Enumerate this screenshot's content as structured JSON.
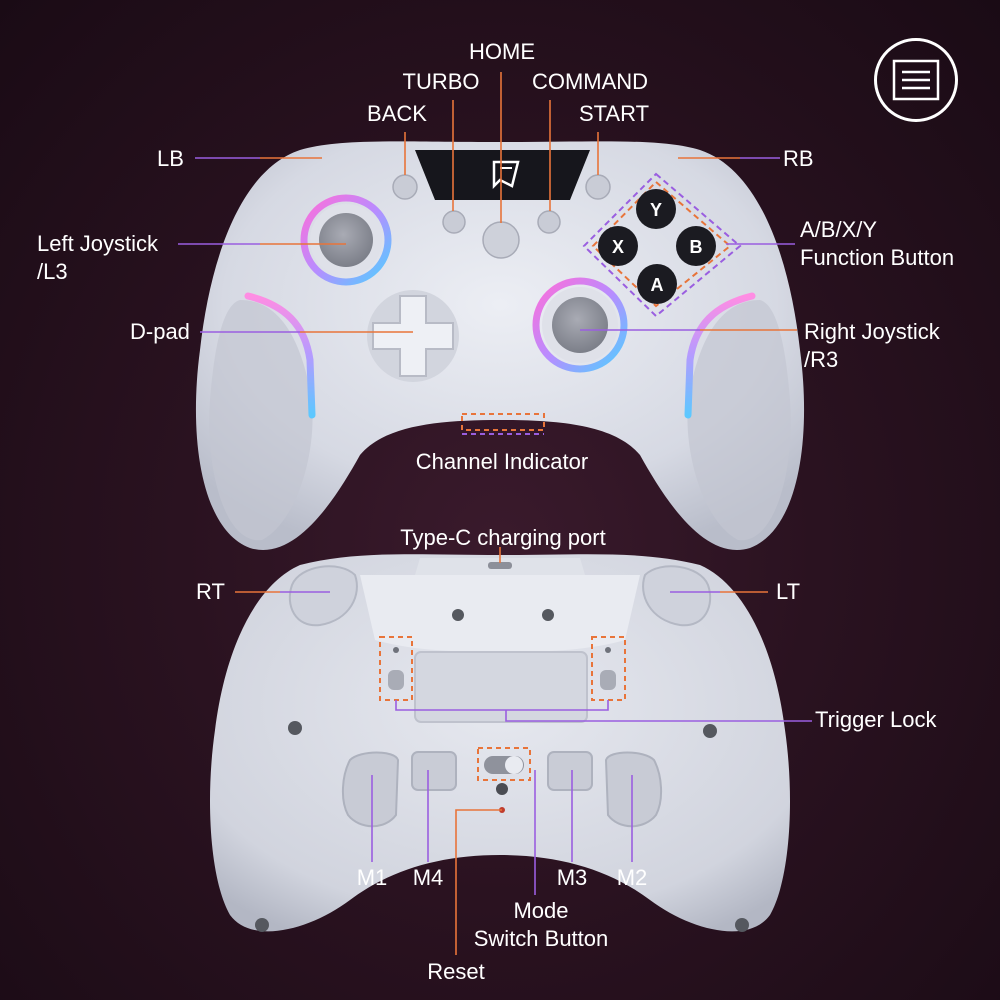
{
  "labels": {
    "home": "HOME",
    "turbo": "TURBO",
    "command": "COMMAND",
    "back": "BACK",
    "start": "START",
    "lb": "LB",
    "rb": "RB",
    "left_joystick": "Left Joystick\n/L3",
    "abxy": "A/B/X/Y\nFunction Button",
    "dpad": "D-pad",
    "right_joystick": "Right Joystick\n/R3",
    "channel_indicator": "Channel Indicator",
    "type_c": "Type-C charging port",
    "rt": "RT",
    "lt": "LT",
    "trigger_lock": "Trigger Lock",
    "m1": "M1",
    "m4": "M4",
    "m3": "M3",
    "m2": "M2",
    "mode_switch": "Mode\nSwitch Button",
    "reset": "Reset"
  },
  "buttons": {
    "y": "Y",
    "x": "X",
    "b": "B",
    "a": "A"
  },
  "colors": {
    "orange": "#e8743a",
    "purple": "#9a5ee0",
    "body": "#dfe1ea"
  },
  "icons": {
    "menu": "menu-icon"
  }
}
